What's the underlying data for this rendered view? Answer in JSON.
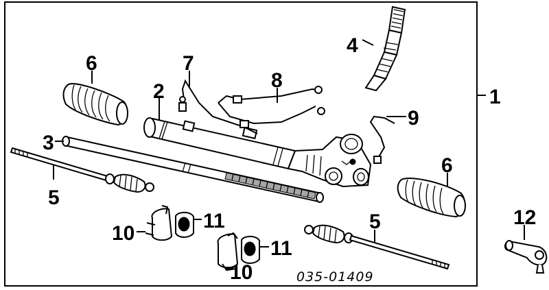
{
  "diagram": {
    "part_code": "035-01409",
    "callouts": [
      {
        "id": "c1",
        "text": "1"
      },
      {
        "id": "c2",
        "text": "2"
      },
      {
        "id": "c3",
        "text": "3"
      },
      {
        "id": "c4",
        "text": "4"
      },
      {
        "id": "c5a",
        "text": "5"
      },
      {
        "id": "c5b",
        "text": "5"
      },
      {
        "id": "c6a",
        "text": "6"
      },
      {
        "id": "c6b",
        "text": "6"
      },
      {
        "id": "c7",
        "text": "7"
      },
      {
        "id": "c8",
        "text": "8"
      },
      {
        "id": "c9",
        "text": "9"
      },
      {
        "id": "c10a",
        "text": "10"
      },
      {
        "id": "c10b",
        "text": "10"
      },
      {
        "id": "c11a",
        "text": "11"
      },
      {
        "id": "c11b",
        "text": "11"
      },
      {
        "id": "c12",
        "text": "12"
      }
    ]
  }
}
